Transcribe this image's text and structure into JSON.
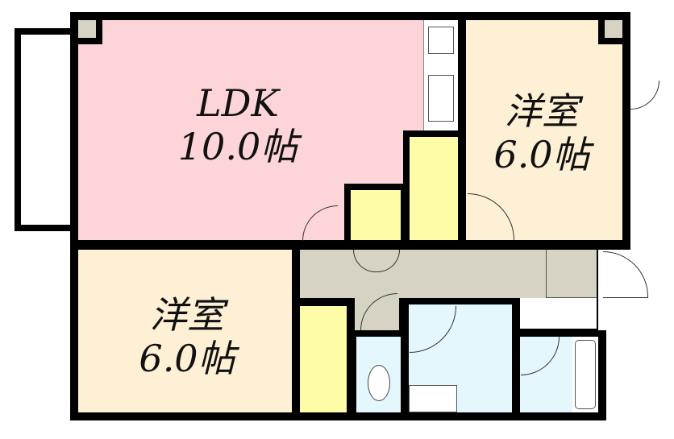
{
  "rooms": {
    "ldk": {
      "name": "LDK",
      "size": "10.0帖"
    },
    "western_right": {
      "name": "洋室",
      "size": "6.0帖"
    },
    "western_left": {
      "name": "洋室",
      "size": "6.0帖"
    }
  },
  "colors": {
    "ldk": "#fdd5d9",
    "western": "#fdf0d5",
    "closet": "#fffca8",
    "hall": "#d6d2c4",
    "wet": "#e4f7fd"
  }
}
